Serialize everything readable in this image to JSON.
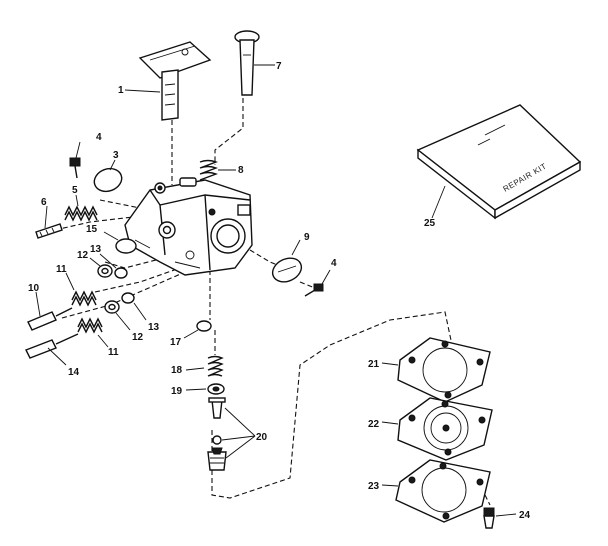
{
  "labels": {
    "p1": "1",
    "p3": "3",
    "p4a": "4",
    "p4b": "4",
    "p5": "5",
    "p6": "6",
    "p7": "7",
    "p8": "8",
    "p9": "9",
    "p10": "10",
    "p11a": "11",
    "p11b": "11",
    "p12a": "12",
    "p12b": "12",
    "p13a": "13",
    "p13b": "13",
    "p14": "14",
    "p15": "15",
    "p17": "17",
    "p18": "18",
    "p19": "19",
    "p20": "20",
    "p21": "21",
    "p22": "22",
    "p23": "23",
    "p24": "24",
    "p25": "25"
  },
  "repair_kit_text": "REPAIR KIT",
  "ink_color": "#111111"
}
